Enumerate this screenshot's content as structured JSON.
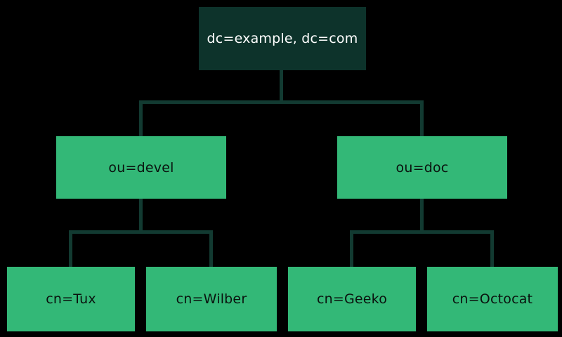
{
  "diagram": {
    "type": "ldap-directory-tree",
    "colors": {
      "background": "#000000",
      "root_node_bg": "#0d332b",
      "root_node_text": "#ffffff",
      "branch_node_bg": "#33b877",
      "branch_node_text": "#0a120e",
      "connector": "#123a31"
    },
    "root": {
      "label": "dc=example, dc=com"
    },
    "branches": [
      {
        "label": "ou=devel",
        "children": [
          {
            "label": "cn=Tux"
          },
          {
            "label": "cn=Wilber"
          }
        ]
      },
      {
        "label": "ou=doc",
        "children": [
          {
            "label": "cn=Geeko"
          },
          {
            "label": "cn=Octocat"
          }
        ]
      }
    ]
  }
}
